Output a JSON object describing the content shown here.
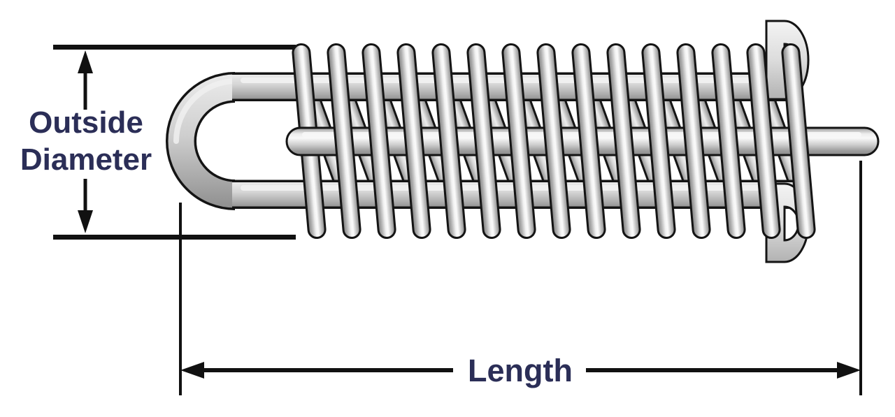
{
  "diagram": {
    "labels": {
      "outside_diameter_line1": "Outside",
      "outside_diameter_line2": "Diameter",
      "length": "Length"
    },
    "colors": {
      "background": "#ffffff",
      "dimension_lines": "#111111",
      "label_text": "#2b2e57",
      "metal_outline": "#141414",
      "metal_light": "#f7f7f7",
      "metal_mid": "#c9c9c9",
      "metal_dark": "#8a8a8a"
    },
    "spring": {
      "front_coil_count": 15,
      "back_coil_count": 14
    }
  }
}
